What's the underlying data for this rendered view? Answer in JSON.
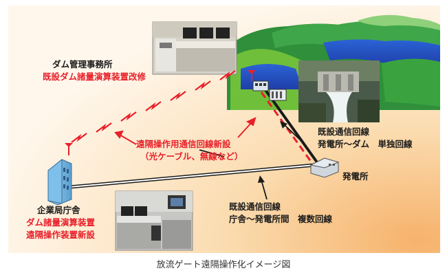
{
  "diagram": {
    "labels": {
      "dam_office": "ダム管理事務所",
      "dam_office_red": "既設ダム諸量演算装置改修",
      "new_line": "遠隔操作用通信回線新設",
      "new_line_sub": "（光ケーブル、無線など）",
      "line1_a": "既設通信回線",
      "line1_b": "発電所～ダム　単独回線",
      "power_station": "発電所",
      "line2_a": "既設通信回線",
      "line2_b": "庁舎～発電所間　複数回線",
      "hq": "企業局庁舎",
      "hq_red1": "ダム諸量演算装置",
      "hq_red2": "遠隔操作装置新設"
    },
    "caption": "放流ゲート遠隔操作化イメージ図",
    "colors": {
      "new_line": "#e8202a",
      "existing_line": "#1a1a1a",
      "red_text": "#e8202a"
    }
  }
}
